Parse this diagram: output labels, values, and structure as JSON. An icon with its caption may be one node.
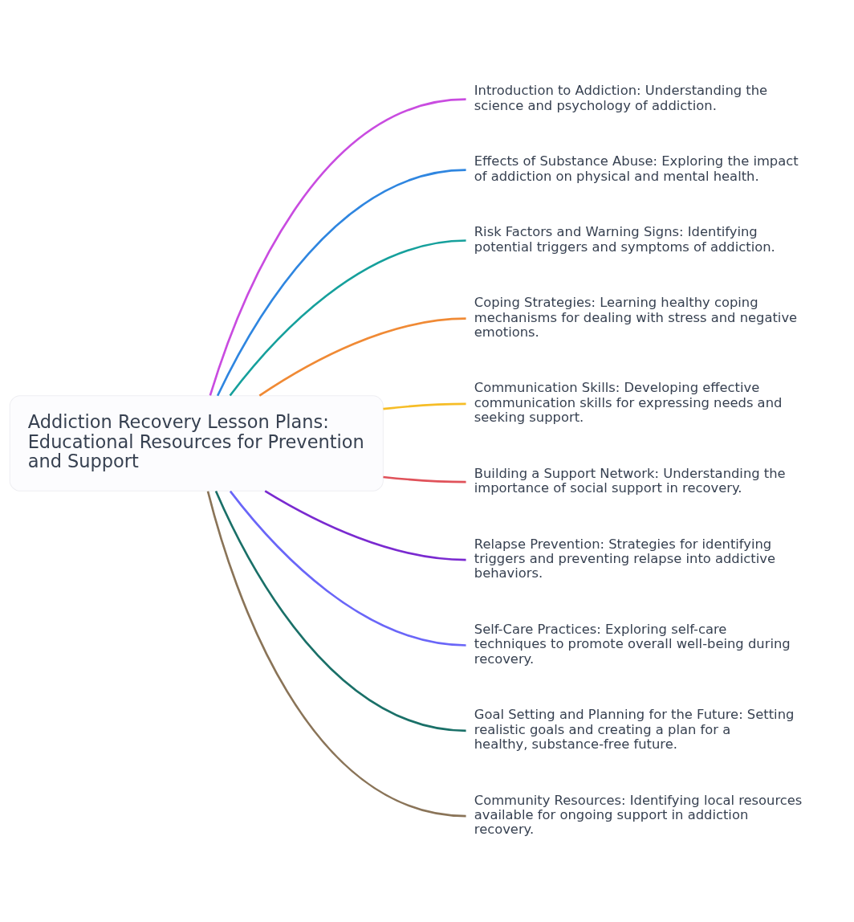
{
  "diagram": {
    "nodes": [
      {
        "text": [
          "Addiction Recovery Lesson Plans: Educational Resources for Prevention and Support"
        ]
      },
      {
        "text": [
          "Introduction to Addiction: Understanding the science and psychology of addiction."
        ]
      },
      {
        "text": [
          "Effects of Substance Abuse: Exploring the impact of addiction on physical and mental health."
        ]
      },
      {
        "text": [
          "Risk Factors and Warning Signs: Identifying potential triggers and symptoms of addiction."
        ]
      },
      {
        "text": [
          "Coping Strategies: Learning healthy coping mechanisms for dealing with stress and negative emotions."
        ]
      },
      {
        "text": [
          "Communication Skills: Developing effective communication skills for expressing needs and seeking support."
        ]
      },
      {
        "text": [
          "Building a Support Network: Understanding the importance of social support in recovery."
        ]
      },
      {
        "text": [
          "Relapse Prevention: Strategies for identifying triggers and preventing relapse into addictive behaviors."
        ]
      },
      {
        "text": [
          "Self-Care Practices: Exploring self-care techniques to promote overall well-being during recovery."
        ]
      },
      {
        "text": [
          "Goal Setting and Planning for the Future: Setting realistic goals and creating a plan for a healthy, substance-free future."
        ]
      },
      {
        "text": [
          "Community Resources: Identifying local resources available for ongoing support in addiction recovery."
        ]
      }
    ],
    "edges": [
      {
        "from": 0,
        "to": 1,
        "arrow": "none",
        "color": "#c94ce0"
      },
      {
        "from": 0,
        "to": 2,
        "arrow": "none",
        "color": "#2f86e0"
      },
      {
        "from": 0,
        "to": 3,
        "arrow": "none",
        "color": "#16a09c"
      },
      {
        "from": 0,
        "to": 4,
        "arrow": "none",
        "color": "#f08a35"
      },
      {
        "from": 0,
        "to": 5,
        "arrow": "none",
        "color": "#f6bd26"
      },
      {
        "from": 0,
        "to": 6,
        "arrow": "none",
        "color": "#e0525a"
      },
      {
        "from": 0,
        "to": 7,
        "arrow": "none",
        "color": "#7a2ad0"
      },
      {
        "from": 0,
        "to": 8,
        "arrow": "none",
        "color": "#6a66f8"
      },
      {
        "from": 0,
        "to": 9,
        "arrow": "none",
        "color": "#1a7068"
      },
      {
        "from": 0,
        "to": 10,
        "arrow": "none",
        "color": "#8a7458"
      }
    ]
  }
}
